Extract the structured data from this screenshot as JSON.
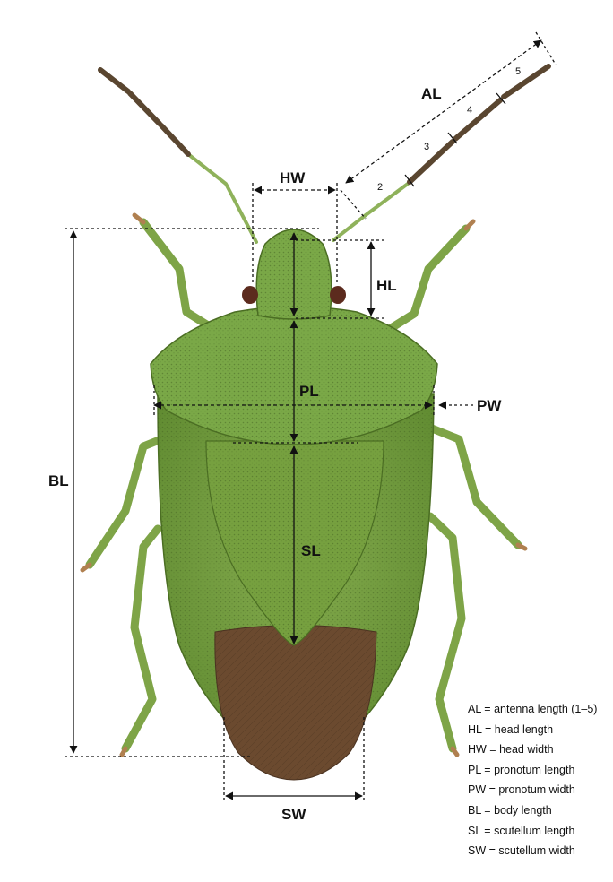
{
  "colors": {
    "background": "#ffffff",
    "body_green": "#6e9a3a",
    "pronotum_green": "#7aa847",
    "leg_green": "#7ea447",
    "membrane_brown": "#6b4a2f",
    "eye": "#5c2b1e",
    "measure_line": "#111111"
  },
  "labels": {
    "al": "AL",
    "hw": "HW",
    "hl": "HL",
    "pl": "PL",
    "pw": "PW",
    "bl": "BL",
    "sl": "SL",
    "sw": "SW"
  },
  "antenna_segments": [
    "2",
    "3",
    "4",
    "5"
  ],
  "legend": [
    "AL = antenna length (1–5)",
    "HL = head length",
    "HW = head width",
    "PL = pronotum length",
    "PW = pronotum width",
    "BL = body length",
    "SL = scutellum length",
    "SW = scutellum width"
  ]
}
